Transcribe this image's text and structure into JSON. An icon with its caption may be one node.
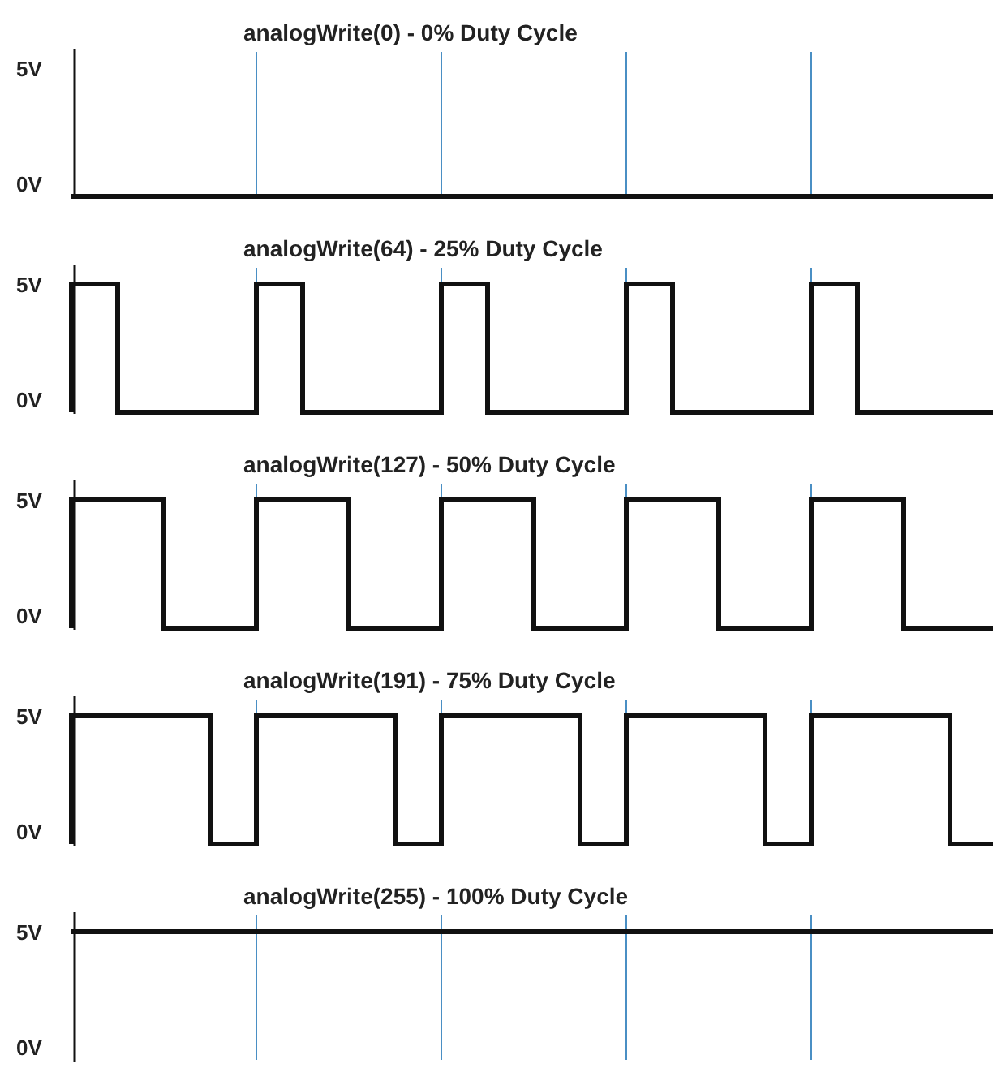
{
  "diagram": {
    "labels": [
      "analogWrite(0) - 0% Duty Cycle",
      "5V",
      "0V",
      "analogWrite(64) - 25% Duty Cycle",
      "5V",
      "0V",
      "analogWrite(127) - 50% Duty Cycle",
      "5V",
      "0V",
      "analogWrite(191) - 75% Duty Cycle",
      "5V",
      "0V",
      "analogWrite(255) - 100% Duty Cycle",
      "5V",
      "0V"
    ]
  }
}
